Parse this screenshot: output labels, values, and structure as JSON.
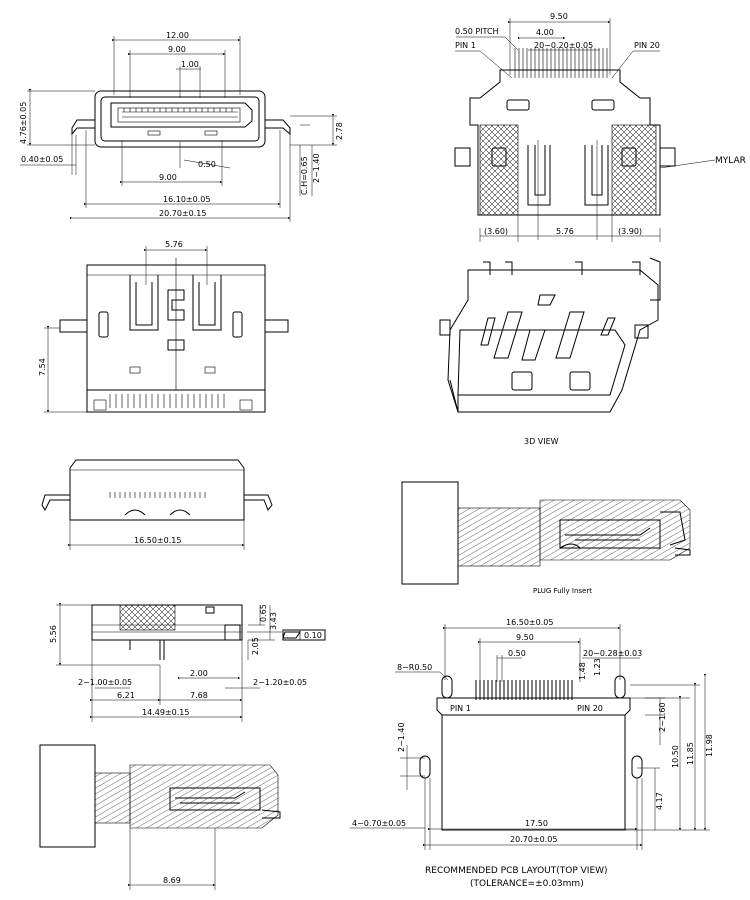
{
  "front_view": {
    "d_width_top": "12.00",
    "d_width_mid": "9.00",
    "d_pitch": "1.00",
    "d_height_left": "4.76±0.05",
    "d_height_right": "2.78",
    "d_left_offset": "0.40±0.05",
    "d_small": "0.50",
    "d_inner_bottom": "9.00",
    "d_pad": "16.10±0.05",
    "d_overall": "20.70±0.15",
    "d_ch": "C.H=0.65",
    "d_holes": "2−1.40"
  },
  "pin_view": {
    "d_total": "9.50",
    "d_pitch_label": "0.50 PITCH",
    "d_span": "4.00",
    "d_pins": "20−0.20±0.05",
    "pin_left": "PIN 1",
    "pin_right": "PIN 20",
    "d_left": "(3.60)",
    "d_mid": "5.76",
    "d_right": "(3.90)",
    "mylar": "MYLAR"
  },
  "top_view": {
    "d_width": "5.76",
    "d_height": "7.54"
  },
  "iso_view": {
    "caption": "3D VIEW"
  },
  "side_view": {
    "d_width": "16.50±0.15"
  },
  "plug_view": {
    "caption": "PLUG Fully Insert"
  },
  "profile_view": {
    "d_height": "5.56",
    "d_a": "0.65",
    "d_b": "3.43",
    "d_c": "2.05",
    "flatness": "0.10",
    "d_left": "2−1.00±0.05",
    "d_right": "2−1.20±0.05",
    "d_mid": "2.00",
    "d_621": "6.21",
    "d_768": "7.68",
    "d_total": "14.49±0.15"
  },
  "section_view": {
    "d_len": "8.69"
  },
  "pcb_layout": {
    "d_top": "16.50±0.05",
    "d_950": "9.50",
    "d_050": "0.50",
    "d_pins": "20−0.28±0.03",
    "d_radius": "8−R0.50",
    "d_148": "1.48",
    "d_123": "1.23",
    "pin_left": "PIN 1",
    "pin_right": "PIN 20",
    "d_holes_l": "2−1.40",
    "d_holes_r": "2−1.60",
    "d_1050": "10.50",
    "d_1185": "11.85",
    "d_1198": "11.98",
    "d_417": "4.17",
    "d_pads": "4−0.70±0.05",
    "d_1750": "17.50",
    "d_2070": "20.70±0.05",
    "caption1": "RECOMMENDED  PCB  LAYOUT(TOP  VIEW)",
    "caption2": "(TOLERANCE=±0.03mm)"
  }
}
